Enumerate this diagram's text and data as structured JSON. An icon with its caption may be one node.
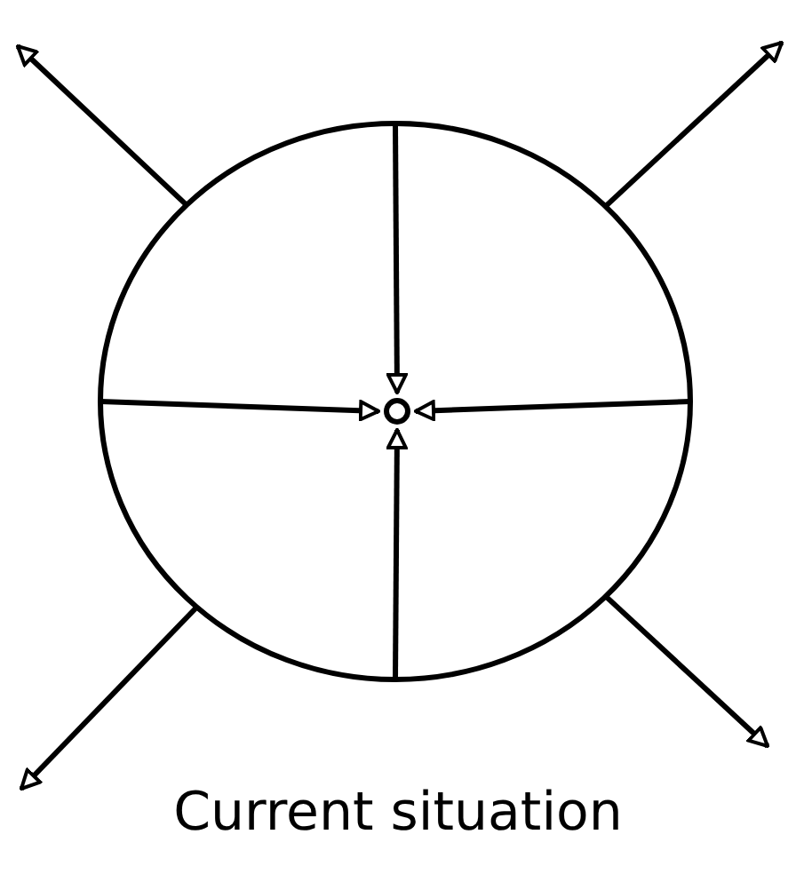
{
  "diagram": {
    "caption": "Current situation",
    "nodes": [
      {
        "text": [],
        "shape": "circle"
      },
      {
        "text": [],
        "shape": "circle",
        "in": 0
      }
    ],
    "edges": [
      {
        "from": 0,
        "to": 1,
        "arrow": "to"
      },
      {
        "from": 0,
        "to": 1,
        "arrow": "to"
      },
      {
        "from": 0,
        "to": 1,
        "arrow": "to"
      },
      {
        "from": 0,
        "to": 1,
        "arrow": "to"
      },
      {
        "from": 0,
        "to": null,
        "arrow": "to"
      },
      {
        "from": 0,
        "to": null,
        "arrow": "to"
      },
      {
        "from": 0,
        "to": null,
        "arrow": "to"
      },
      {
        "from": 0,
        "to": null,
        "arrow": "to"
      }
    ]
  }
}
